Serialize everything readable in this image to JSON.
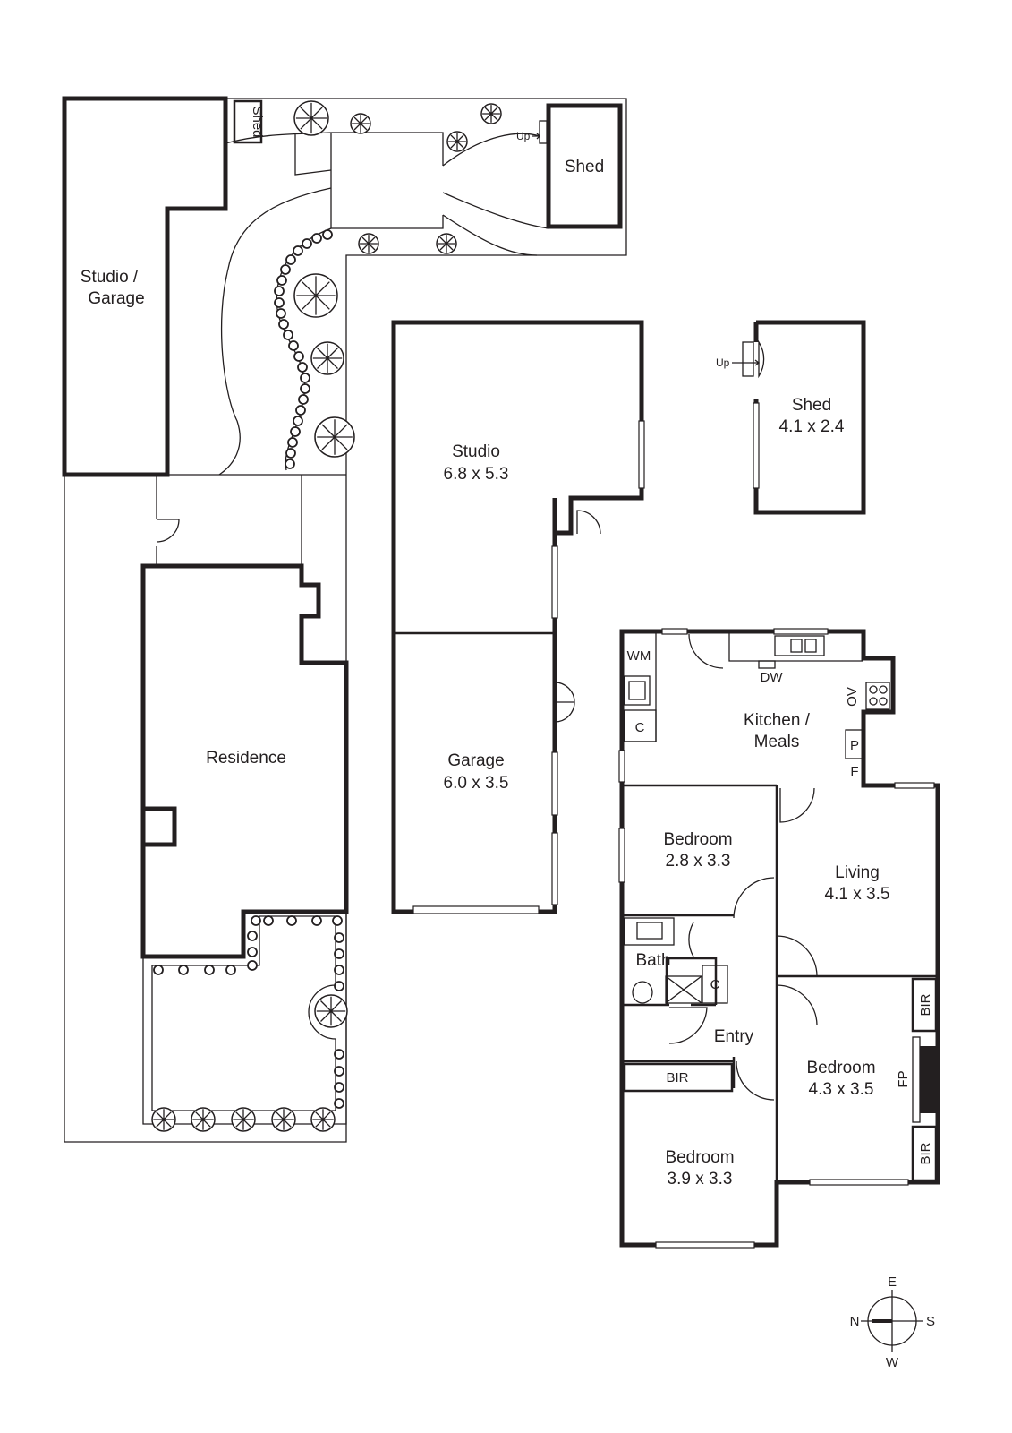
{
  "site": {
    "studio_garage": [
      "Studio /",
      "Garage"
    ],
    "shed_small": "Shed",
    "shed_large": "Shed",
    "up": "Up",
    "residence": "Residence"
  },
  "outbuilding": {
    "studio_name": "Studio",
    "studio_size": "6.8 x 5.3",
    "garage_name": "Garage",
    "garage_size": "6.0 x 3.5",
    "shed_name": "Shed",
    "shed_size": "4.1 x 2.4",
    "up": "Up"
  },
  "house": {
    "wm": "WM",
    "dw": "DW",
    "ov": "OV",
    "kitchen": [
      "Kitchen /",
      "Meals"
    ],
    "c_kitchen": "C",
    "p": "P",
    "f": "F",
    "bedroom1_name": "Bedroom",
    "bedroom1_size": "2.8 x 3.3",
    "living_name": "Living",
    "living_size": "4.1 x 3.5",
    "bath": "Bath",
    "c_bath": "C",
    "entry": "Entry",
    "bir_top": "BIR",
    "bedroom2_name": "Bedroom",
    "bedroom2_size": "4.3 x 3.5",
    "fp": "FP",
    "bir_bottom": "BIR",
    "bir_bed3": "BIR",
    "bedroom3_name": "Bedroom",
    "bedroom3_size": "3.9 x 3.3"
  },
  "compass": {
    "n": "N",
    "e": "E",
    "s": "S",
    "w": "W"
  }
}
